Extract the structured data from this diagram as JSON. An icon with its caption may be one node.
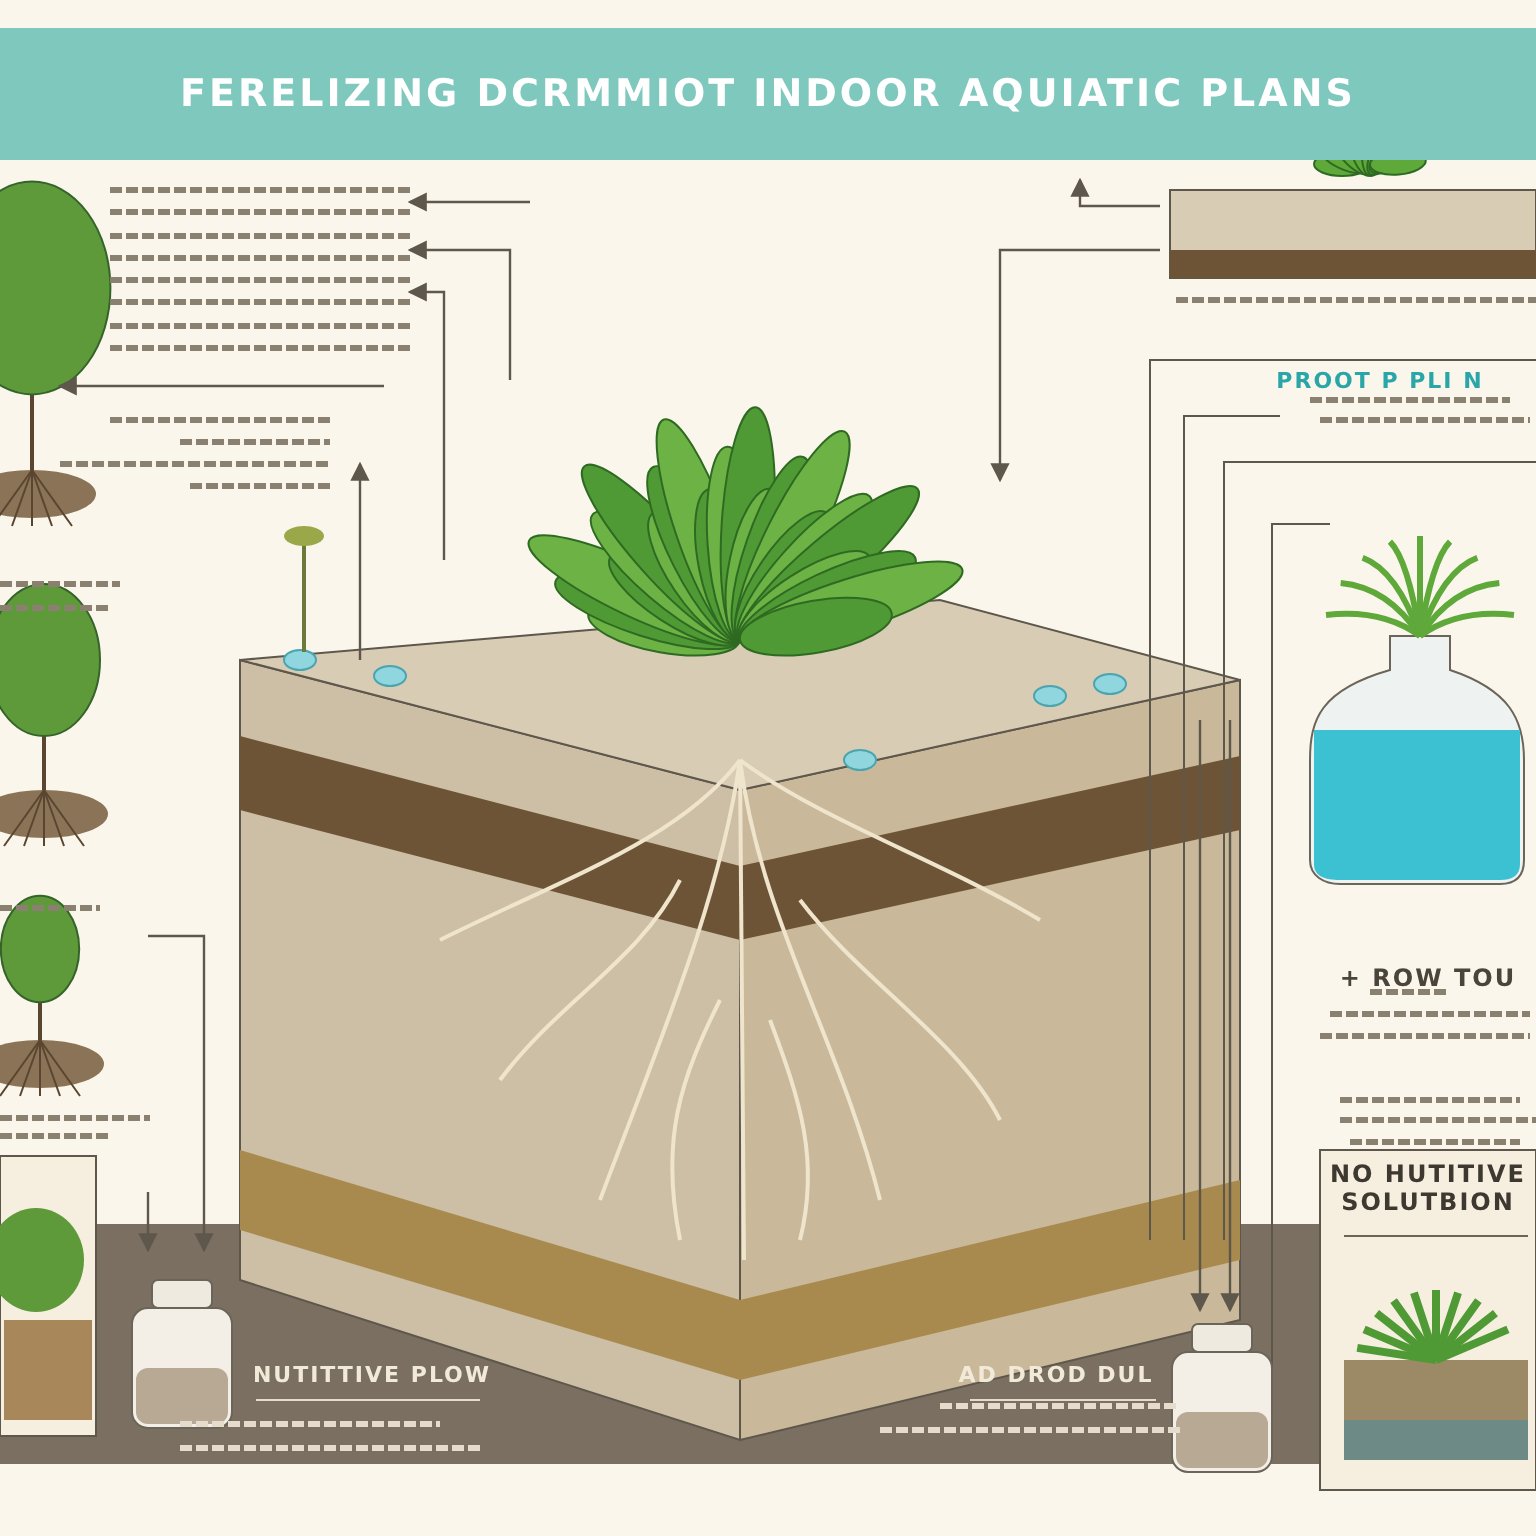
{
  "diagram": {
    "title": "FERELIZING DCRMMIOT INDOOR AQUIATIC PLANS",
    "labels": [
      "PROOT P PLI N",
      "+ ROW TOU",
      "NO HUTITIVE SOLUTBION",
      "NUTITTIVE PLOW",
      "AD DROD DUL"
    ]
  }
}
